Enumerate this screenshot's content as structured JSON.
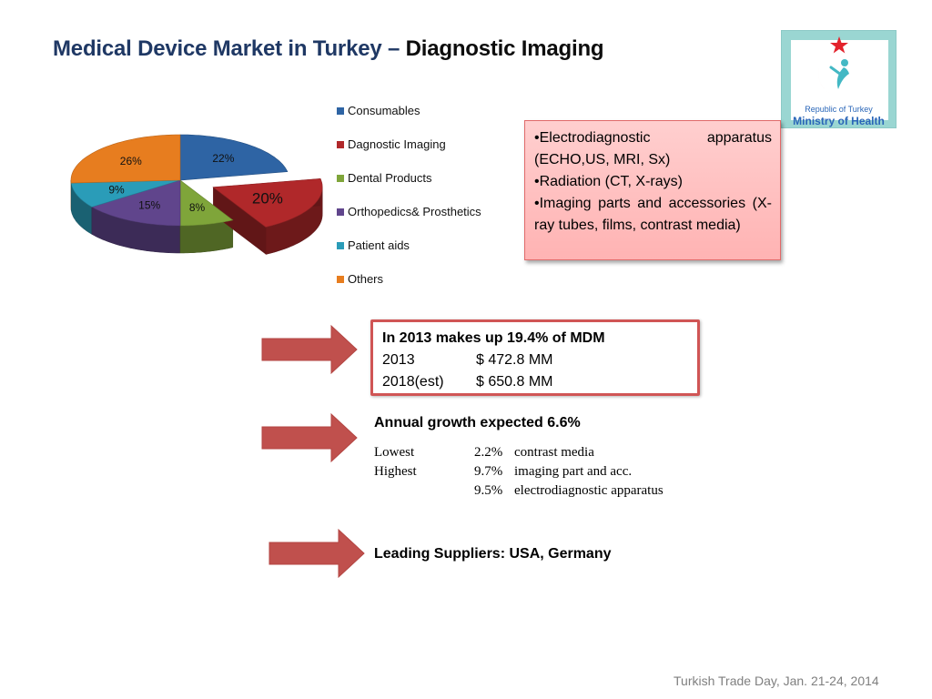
{
  "title": {
    "part1": "Medical Device Market in Turkey – ",
    "part2": "Diagnostic Imaging"
  },
  "logo": {
    "line1": "Republic of Turkey",
    "line2": "Ministry of Health",
    "colors": {
      "frame": "#9ad6d2",
      "text": "#2a66b8",
      "crescent": "#e3222c",
      "figure": "#43b8c4"
    }
  },
  "chart_data": {
    "type": "pie",
    "title": "",
    "legend_position": "right",
    "categories": [
      "Consumables",
      "Dagnostic Imaging",
      "Dental Products",
      "Orthopedics&  Prosthetics",
      "Patient aids",
      "Others"
    ],
    "values": [
      22,
      20,
      8,
      15,
      9,
      26
    ],
    "value_labels": [
      "22%",
      "20%",
      "8%",
      "15%",
      "9%",
      "26%"
    ],
    "colors": [
      "#2e64a4",
      "#b0282a",
      "#7fa53a",
      "#60458c",
      "#2a9cb8",
      "#e77d1f"
    ],
    "exploded": "Dagnostic Imaging"
  },
  "bullets": [
    "•Electrodiagnostic apparatus (ECHO,US, MRI, Sx)",
    "•Radiation (CT, X-rays)",
    "•Imaging parts and accessories (X-ray tubes, films, contrast media)"
  ],
  "stats": {
    "headline": "In 2013 makes up 19.4% of MDM",
    "rows": [
      {
        "label": "2013",
        "value": "$ 472.8 MM"
      },
      {
        "label": "2018(est)",
        "value": "$ 650.8 MM"
      }
    ]
  },
  "growth": {
    "headline": "Annual growth expected 6.6%",
    "rows": [
      {
        "label": "Lowest",
        "pct": "2.2%",
        "desc": "contrast media"
      },
      {
        "label": "Highest",
        "pct": "9.7%",
        "desc": "imaging part and acc."
      },
      {
        "label": "",
        "pct": "9.5%",
        "desc": "electrodiagnostic apparatus"
      }
    ]
  },
  "suppliers": "Leading Suppliers:  USA, Germany",
  "footer": "Turkish Trade Day, Jan. 21-24, 2014",
  "colors": {
    "title": "#1f3864",
    "arrow": "#c0504d",
    "box_border": "#d05555",
    "bullet_bg": "#ffc4c4"
  }
}
